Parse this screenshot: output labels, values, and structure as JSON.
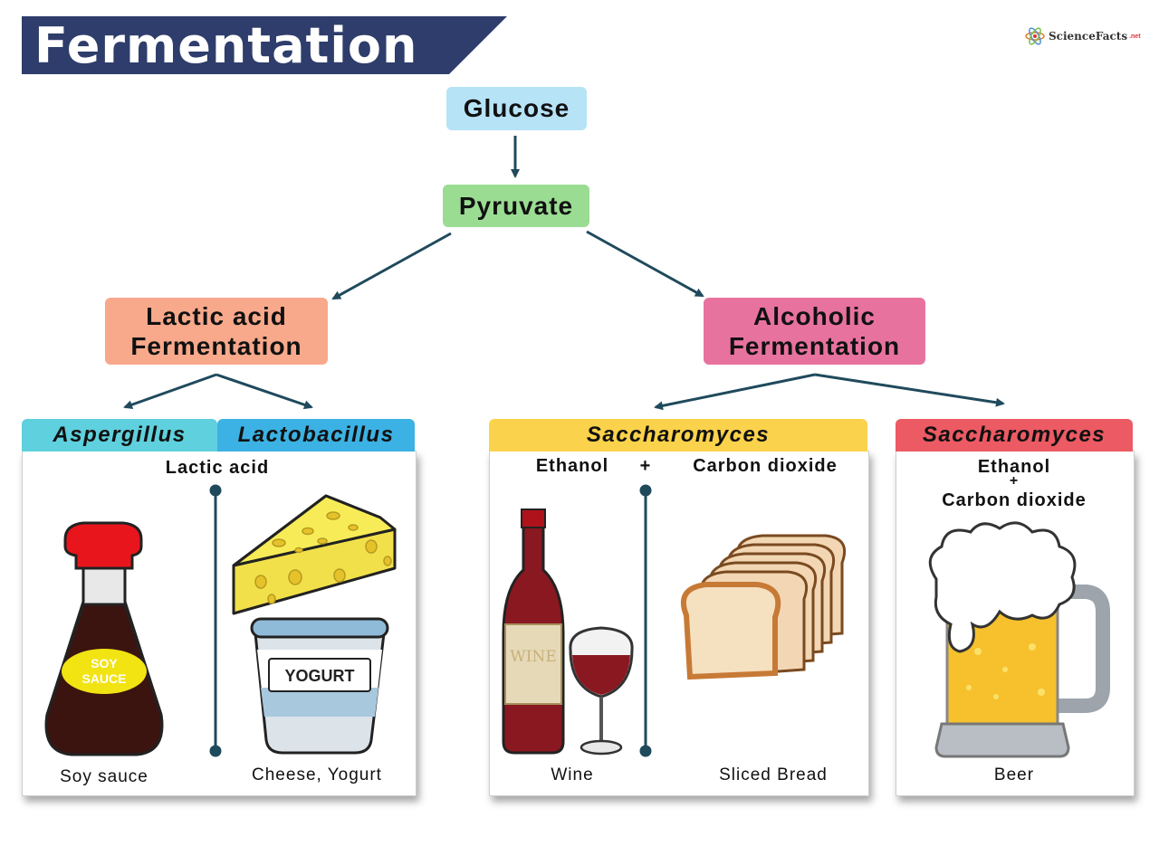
{
  "title": "Fermentation",
  "logo": {
    "text": "ScienceFacts",
    "suffix": ".net"
  },
  "nodes": {
    "glucose": "Glucose",
    "pyruvate": "Pyruvate",
    "lactic": {
      "line1": "Lactic acid",
      "line2": "Fermentation"
    },
    "alcoholic": {
      "line1": "Alcoholic",
      "line2": "Fermentation"
    }
  },
  "organisms": {
    "aspergillus": "Aspergillus",
    "lactobacillus": "Lactobacillus",
    "saccharomyces_wine_bread": "Saccharomyces",
    "saccharomyces_beer": "Saccharomyces"
  },
  "products": {
    "lactic_acid": "Lactic acid",
    "ethanol": "Ethanol",
    "plus": "+",
    "carbon_dioxide": "Carbon dioxide",
    "beer_ethanol": "Ethanol",
    "beer_plus": "+",
    "beer_co2": "Carbon dioxide"
  },
  "captions": {
    "soy_sauce": "Soy sauce",
    "cheese_yogurt": "Cheese, Yogurt",
    "wine": "Wine",
    "sliced_bread": "Sliced Bread",
    "beer": "Beer"
  },
  "image_text": {
    "soy_label": [
      "SOY",
      "SAUCE"
    ],
    "yogurt_label": "YOGURT",
    "wine_label": "WINE"
  },
  "colors": {
    "title_banner": "#2e3d6b",
    "arrow": "#1f4a5c",
    "glucose": "#b6e3f6",
    "pyruvate": "#9bdc93",
    "lactic": "#f8a98b",
    "alcoholic": "#e8729e",
    "aspergillus_tab": "#5fd0dd",
    "lactobacillus_tab": "#3cb1e3",
    "saccharomyces_tab_1": "#fbd24b",
    "saccharomyces_tab_2": "#ec5a63"
  }
}
